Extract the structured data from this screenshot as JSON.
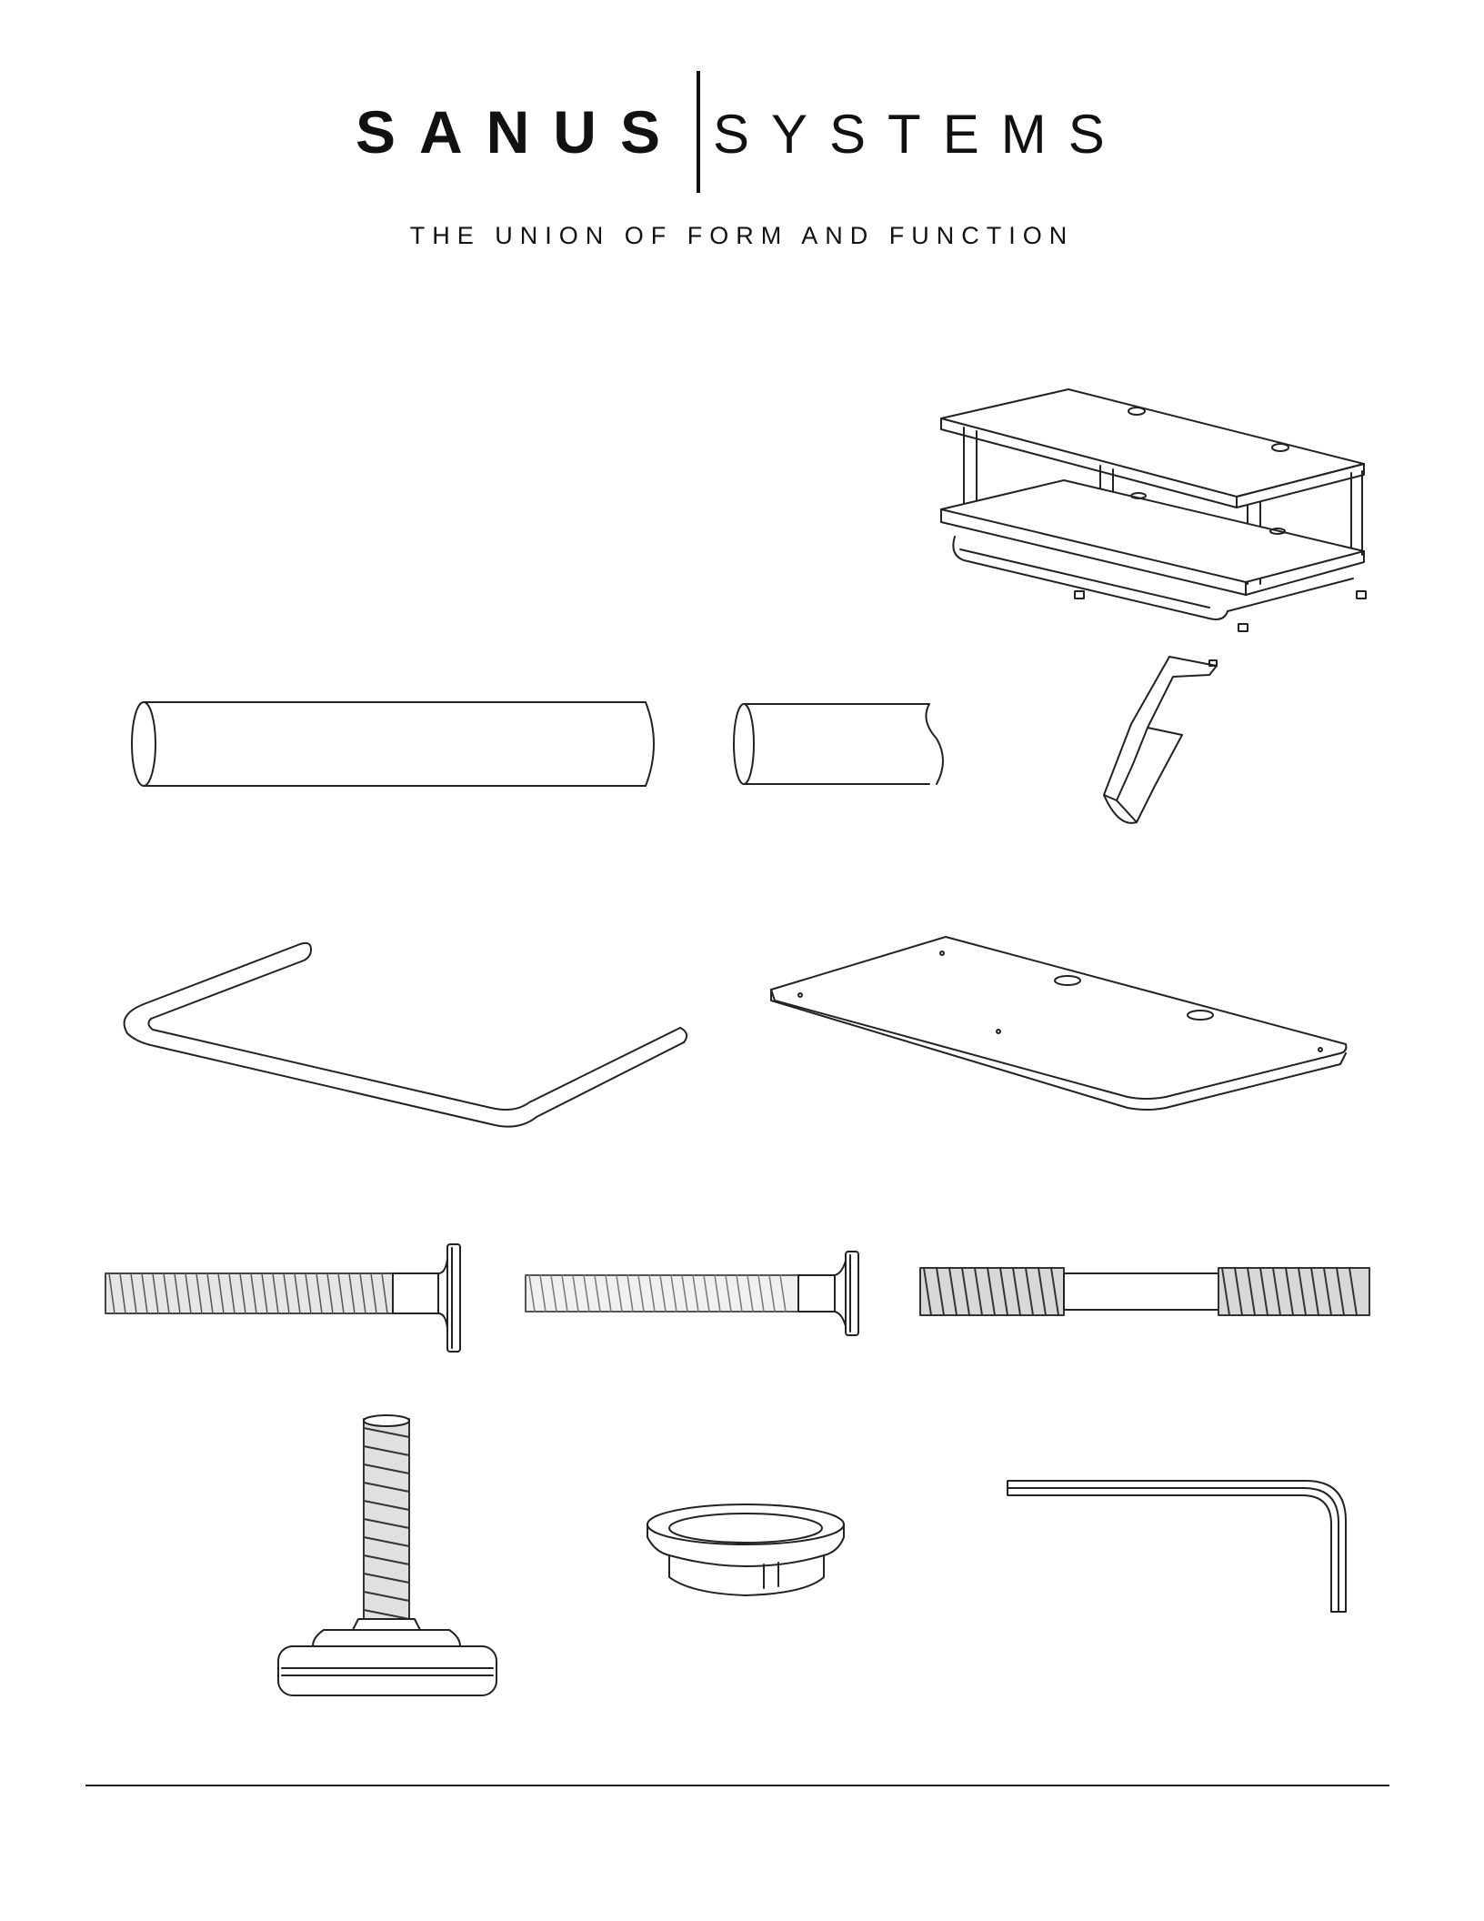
{
  "brand": {
    "name_bold": "SANUS",
    "name_light": "SYSTEMS",
    "tagline": "THE UNION OF FORM AND FUNCTION"
  },
  "parts": [
    {
      "icon": "assembled-stand-illustration"
    },
    {
      "icon": "long-tube-illustration"
    },
    {
      "icon": "short-tube-illustration"
    },
    {
      "icon": "bracket-illustration"
    },
    {
      "icon": "u-frame-illustration"
    },
    {
      "icon": "shelf-panel-illustration"
    },
    {
      "icon": "long-bolt-illustration"
    },
    {
      "icon": "medium-bolt-illustration"
    },
    {
      "icon": "double-threaded-stud-illustration"
    },
    {
      "icon": "leveling-foot-illustration"
    },
    {
      "icon": "grommet-ring-illustration"
    },
    {
      "icon": "allen-wrench-illustration"
    }
  ],
  "colors": {
    "ink": "#222222",
    "paper": "#ffffff",
    "shade": "#e6e6e6"
  }
}
